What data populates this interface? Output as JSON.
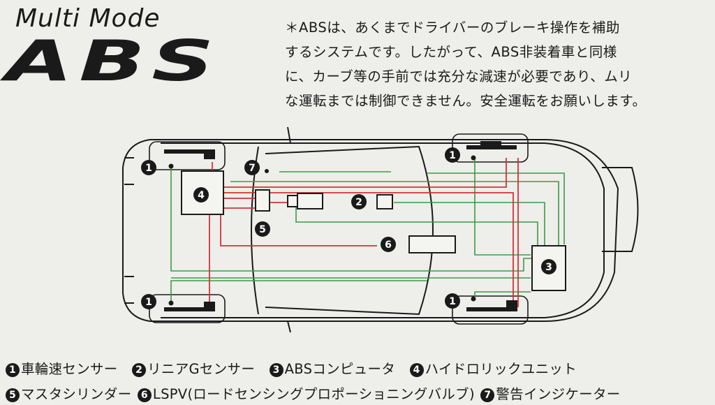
{
  "header": {
    "title_small": "Multi Mode",
    "title_large": "ABS"
  },
  "note": {
    "lines": [
      "＊ABSは、あくまでドライバーのブレーキ操作を補助",
      "するシステムです。したがって、ABS非装着車と同様",
      "に、カーブ等の手前では充分な減速が必要であり、ムリ",
      "な運転までは制御できません。安全運転をお願いします。"
    ]
  },
  "diagram": {
    "markers": [
      "1",
      "1",
      "1",
      "1",
      "2",
      "3",
      "4",
      "5",
      "6",
      "7"
    ]
  },
  "legend": {
    "items": [
      {
        "num": "1",
        "label": "車輪速センサー"
      },
      {
        "num": "2",
        "label": "リニアGセンサー"
      },
      {
        "num": "3",
        "label": "ABSコンピュータ"
      },
      {
        "num": "4",
        "label": "ハイドロリックユニット"
      },
      {
        "num": "5",
        "label": "マスタシリンダー"
      },
      {
        "num": "6",
        "label": "LSPV(ロードセンシングプロポーショニングバルブ)"
      },
      {
        "num": "7",
        "label": "警告インジケーター"
      }
    ]
  },
  "colors": {
    "brake_line": "#d8303a",
    "sensor_line": "#3c9a4a",
    "ink": "#1a1a1a",
    "background": "#eeeeea"
  }
}
